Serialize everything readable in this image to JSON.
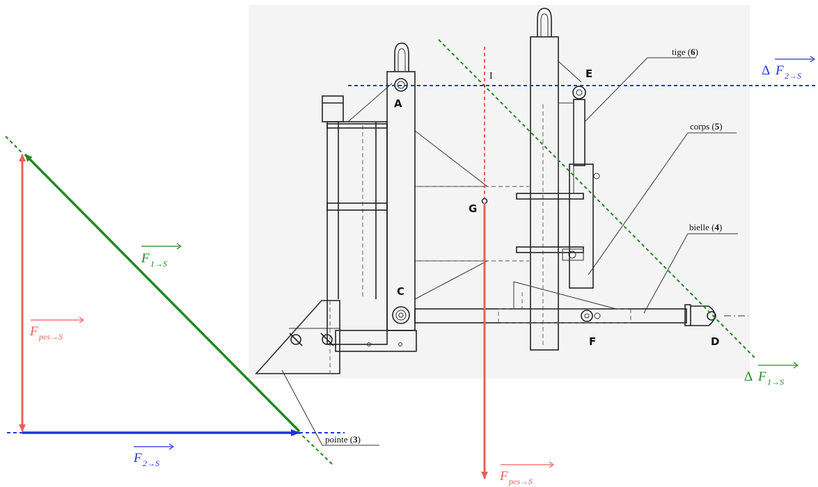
{
  "points": {
    "A": "A",
    "C": "C",
    "D": "D",
    "E": "E",
    "F": "F",
    "G": "G",
    "I": "I"
  },
  "callouts": {
    "tige_text": "tige (",
    "tige_num": "6",
    "corps_text": "corps (",
    "corps_num": "5",
    "bielle_text": "bielle (",
    "bielle_num": "4",
    "pointe_text": "pointe (",
    "pointe_num": "3",
    "close": ")"
  },
  "vectors": {
    "delta_prefix": "Δ",
    "f1_base": "F",
    "f1_sub": "1→S",
    "f2_base": "F",
    "f2_sub": "2→S",
    "fpes_base": "F",
    "fpes_sub": "pes→S"
  },
  "colors": {
    "red": "#e8605a",
    "green": "#228822",
    "blue": "#2233dd",
    "drawing_bg": "#f4f4f4"
  }
}
